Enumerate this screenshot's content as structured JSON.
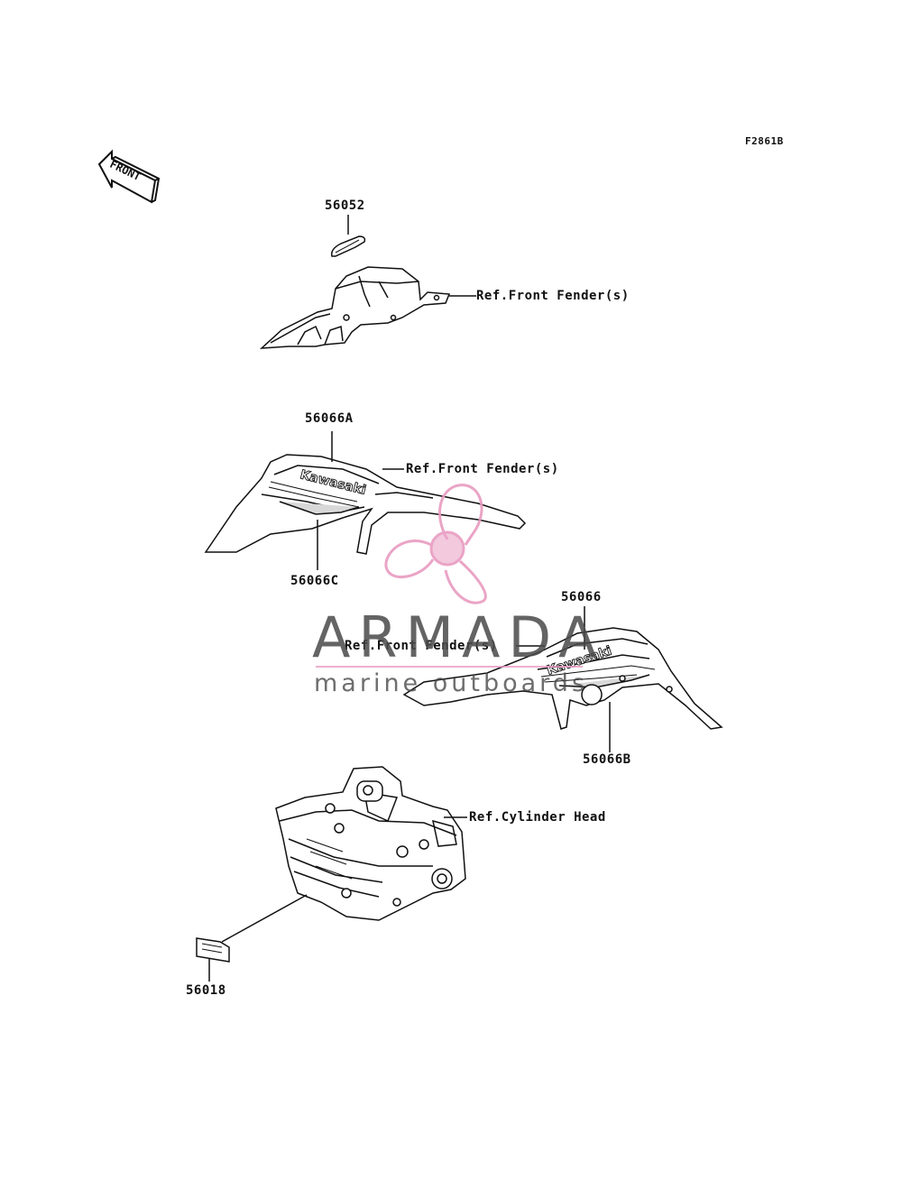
{
  "diagram": {
    "figure_code": "F2861B",
    "front_arrow_text": "FRONT",
    "callouts": {
      "p56052": "56052",
      "ref_fender_1": "Ref.Front Fender(s)",
      "p56066A": "56066A",
      "ref_fender_2": "Ref.Front Fender(s)",
      "p56066C": "56066C",
      "p56066": "56066",
      "ref_fender_3": "Ref.Front Fender(s)",
      "p56066B": "56066B",
      "ref_cyl_head": "Ref.Cylinder Head",
      "p56018": "56018"
    },
    "decal_text_1": "Kawasaki",
    "decal_text_2": "Kawasaki"
  },
  "watermark": {
    "title": "ARMADA",
    "subtitle": "marine outboards",
    "colors": {
      "propeller": "#e89bc0",
      "text": "#4a4a4a"
    }
  }
}
